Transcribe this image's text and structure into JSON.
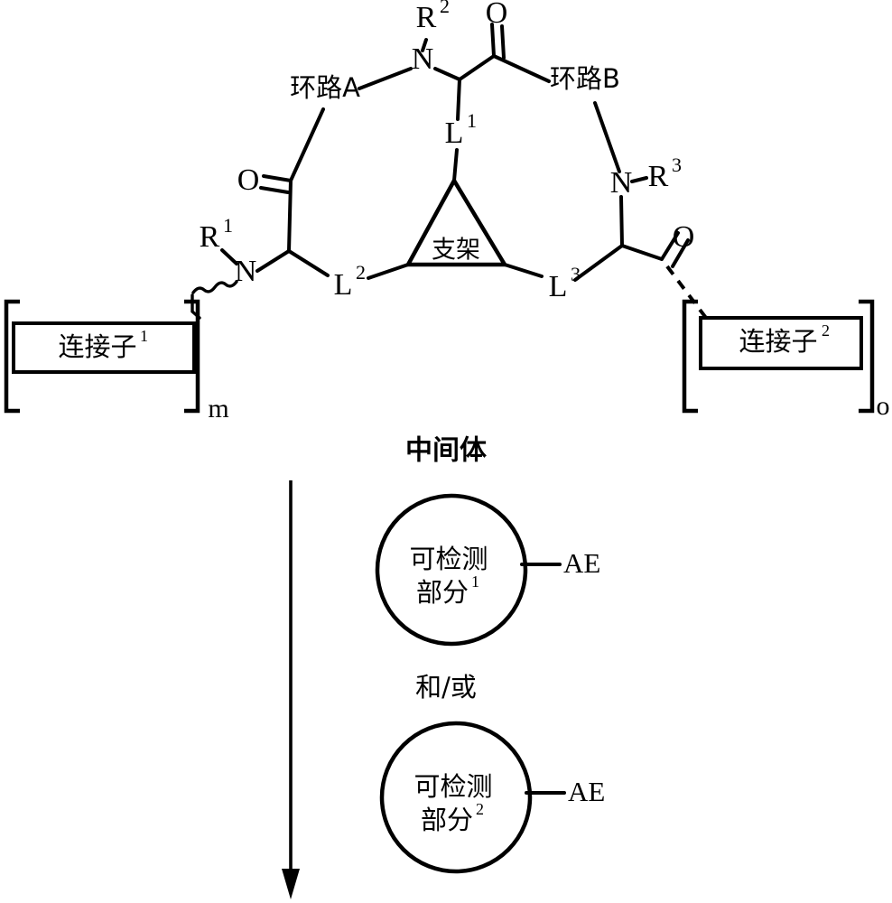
{
  "figure": {
    "type": "chemical-structure-scheme",
    "background": "#ffffff",
    "stroke_color": "#000000"
  },
  "macrocycle": {
    "ring_a_label": "环路A",
    "ring_b_label": "环路B",
    "scaffold_label": "支架",
    "atoms": {
      "n_top": "N",
      "n_left": "N",
      "n_right": "N",
      "o_top": "O",
      "o_left": "O",
      "o_right": "O"
    },
    "substituents": {
      "r1_base": "R",
      "r1_sup": "1",
      "r2_base": "R",
      "r2_sup": "2",
      "r3_base": "R",
      "r3_sup": "3"
    },
    "linkers": {
      "l1_base": "L",
      "l1_sup": "1",
      "l2_base": "L",
      "l2_sup": "2",
      "l3_base": "L",
      "l3_sup": "3"
    }
  },
  "linker_groups": {
    "left": {
      "label_base": "连接子",
      "label_sup": "1",
      "subscript": "m",
      "bond_style": "wavy"
    },
    "right": {
      "label_base": "连接子",
      "label_sup": "2",
      "subscript": "o",
      "bond_style": "dashed"
    }
  },
  "caption": {
    "intermediate": "中间体"
  },
  "products": {
    "conjunction": "和/或",
    "items": [
      {
        "label_base": "可检测",
        "label_line2_base": "部分",
        "label_sup": "1",
        "terminal_label": "AE"
      },
      {
        "label_base": "可检测",
        "label_line2_base": "部分",
        "label_sup": "2",
        "terminal_label": "AE"
      }
    ]
  },
  "arrow": {
    "direction": "down",
    "name": "reaction-arrow"
  }
}
